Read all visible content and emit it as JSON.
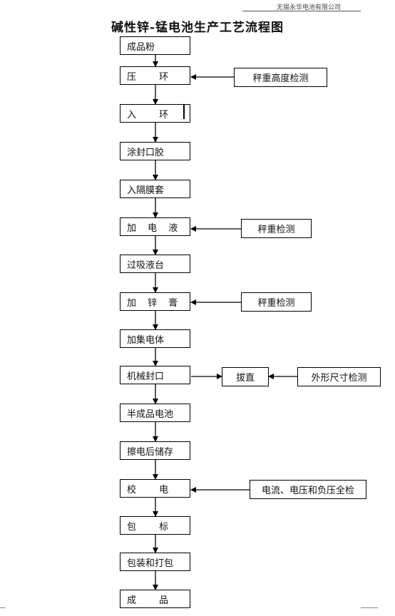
{
  "header": {
    "company": "无锡永华电池有限公司",
    "title": "碱性锌-锰电池生产工艺流程图"
  },
  "steps": [
    "成品粉",
    "压 环",
    "入 环",
    "涂封口胶",
    "入隔膜套",
    "加 电 液",
    "过吸液台",
    "加 锌 膏",
    "加集电体",
    "机械封口",
    "半成品电池",
    "擦电后储存",
    "校 电",
    "包 标",
    "包装和打包",
    "成 品"
  ],
  "checks": {
    "press_ring": "秤重高度检测",
    "electrolyte": "秤重检测",
    "zinc_paste": "秤重检测",
    "straighten": "拔直",
    "shape_size": "外形尺寸检测",
    "electrical": "电流、电压和负压全检"
  }
}
